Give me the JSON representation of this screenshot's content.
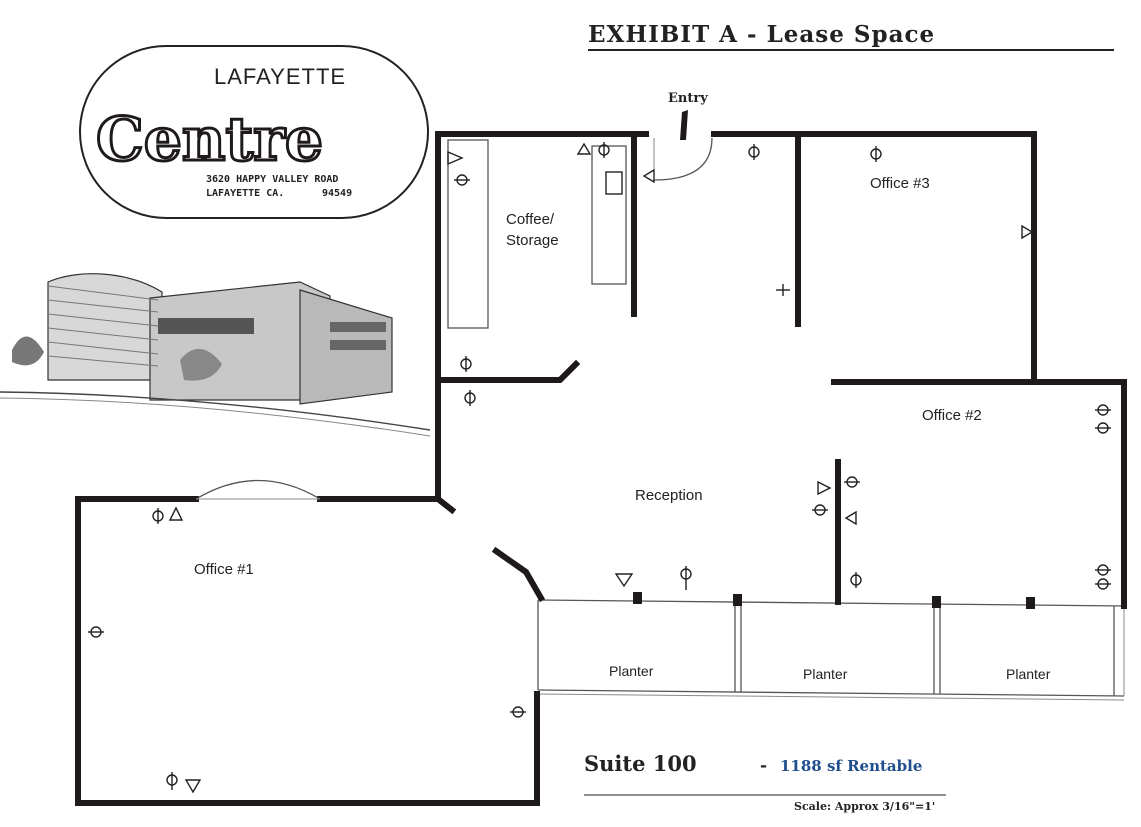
{
  "header": {
    "exhibit_title": "EXHIBIT A - Lease Space"
  },
  "logo": {
    "brand_top": "LAFAYETTE",
    "brand_main": "Centre",
    "address_line1": "3620 HAPPY VALLEY ROAD",
    "address_line2": "LAFAYETTE CA.",
    "zip": "94549"
  },
  "rooms": {
    "entry": "Entry",
    "coffee_line1": "Coffee/",
    "coffee_line2": "Storage",
    "office3": "Office #3",
    "office2": "Office #2",
    "office1": "Office #1",
    "reception": "Reception",
    "planter1": "Planter",
    "planter2": "Planter",
    "planter3": "Planter"
  },
  "suite": {
    "name": "Suite 100",
    "separator": "-",
    "rentable": "1188 sf Rentable",
    "scale": "Scale:  Approx 3/16\"=1'"
  },
  "colors": {
    "wall": "#1f1a1a",
    "rentable_text": "#1f4e8c",
    "background": "#ffffff"
  }
}
